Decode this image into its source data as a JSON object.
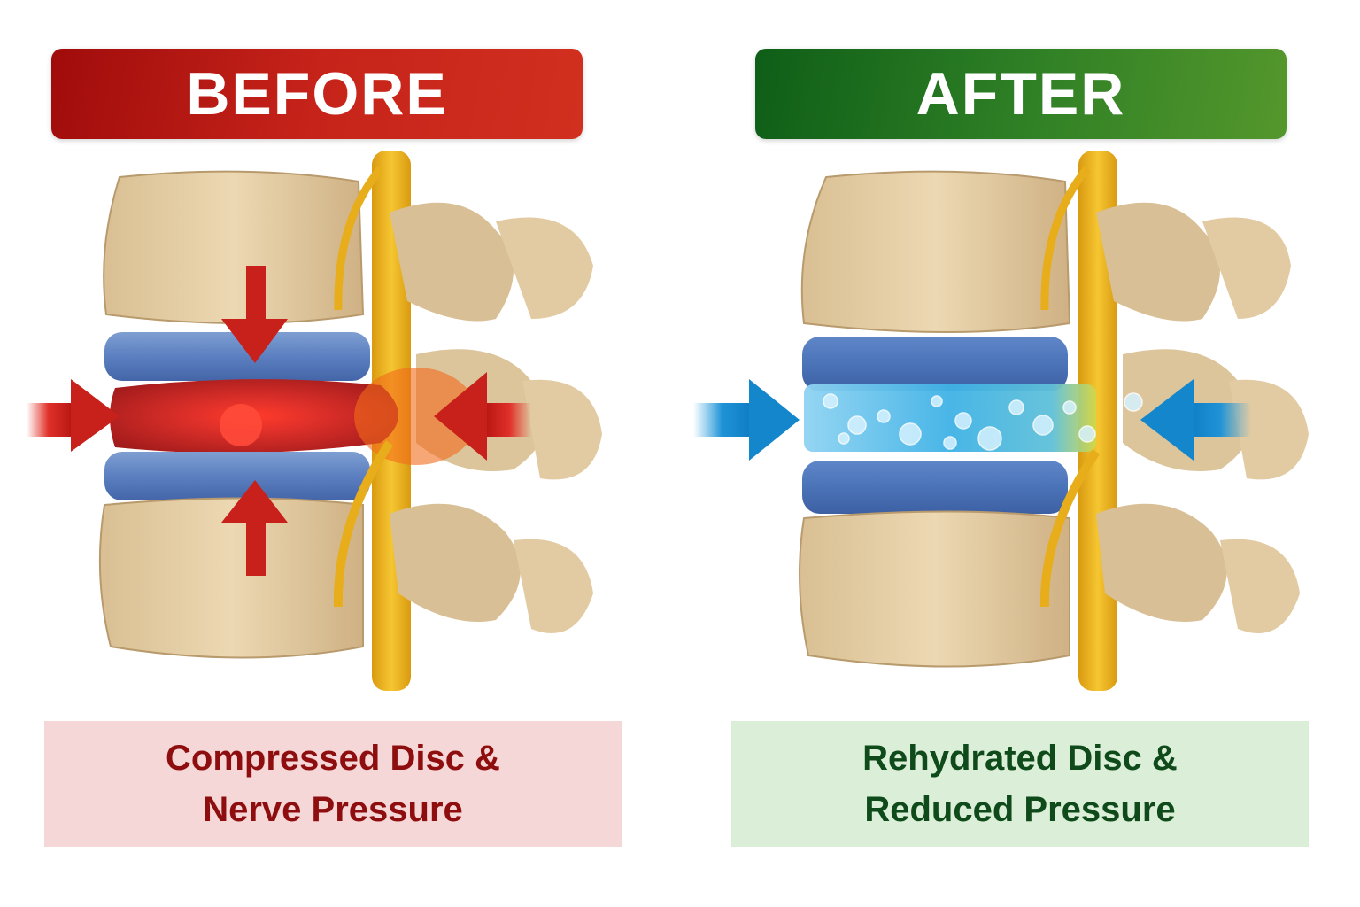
{
  "panels": {
    "before": {
      "banner_label": "BEFORE",
      "banner_color": "#c01f16",
      "caption_line1": "Compressed Disc &",
      "caption_line2": "Nerve Pressure",
      "caption_bg": "#f6d7d7",
      "caption_color": "#8e0e0f",
      "illustration": {
        "subject": "lumbar vertebrae with compressed, inflamed disc pinching nerve",
        "arrow_color": "#cc1d14",
        "arrows": [
          "down",
          "up",
          "right",
          "left"
        ],
        "disc_state": "compressed-inflamed"
      }
    },
    "after": {
      "banner_label": "AFTER",
      "banner_color": "#3a8a27",
      "caption_line1": "Rehydrated Disc &",
      "caption_line2": "Reduced Pressure",
      "caption_bg": "#dbeed8",
      "caption_color": "#0f4a1a",
      "illustration": {
        "subject": "lumbar vertebrae with rehydrated disc containing water bubbles",
        "arrow_color": "#1a8fd1",
        "arrows": [
          "right",
          "left"
        ],
        "disc_state": "rehydrated"
      }
    }
  }
}
